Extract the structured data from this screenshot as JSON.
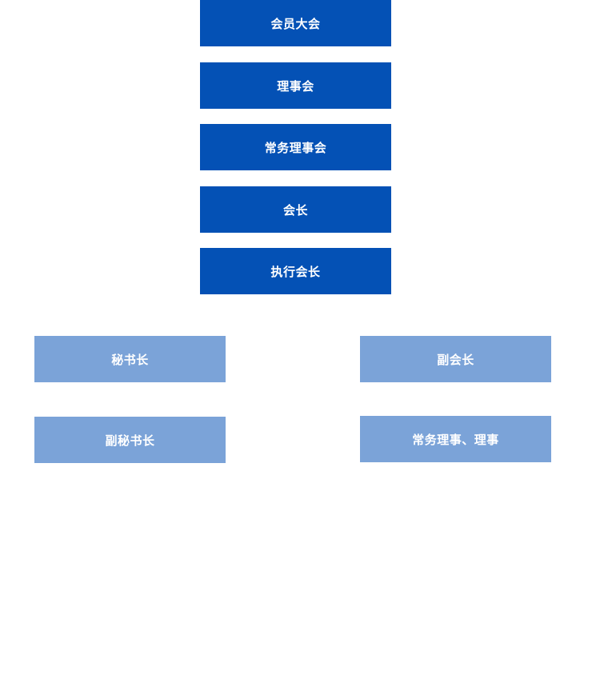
{
  "org_chart": {
    "hierarchy": [
      {
        "label": "会员大会"
      },
      {
        "label": "理事会"
      },
      {
        "label": "常务理事会"
      },
      {
        "label": "会长"
      },
      {
        "label": "执行会长"
      }
    ],
    "left_branch": [
      {
        "label": "秘书长"
      },
      {
        "label": "副秘书长"
      }
    ],
    "right_branch": [
      {
        "label": "副会长"
      },
      {
        "label": "常务理事、理事"
      }
    ]
  },
  "colors": {
    "primary": "#0451b5",
    "secondary": "#7ba3d8",
    "text": "#ffffff"
  }
}
